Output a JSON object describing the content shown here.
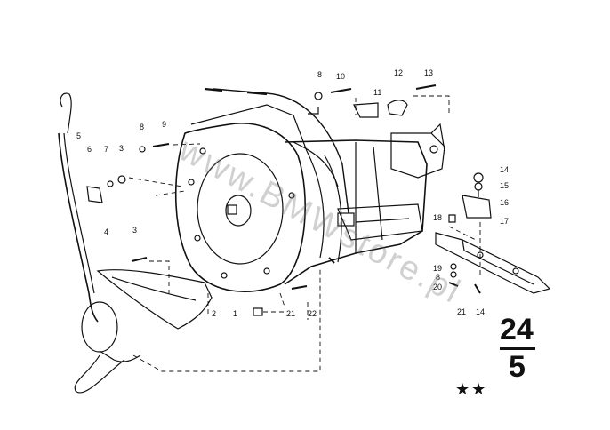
{
  "labels": {
    "l1": "1",
    "l2": "2",
    "l3a": "3",
    "l3b": "3",
    "l4": "4",
    "l5": "5",
    "l6": "6",
    "l7": "7",
    "l8a": "8",
    "l8b": "8",
    "l8c": "8",
    "l9": "9",
    "l10": "10",
    "l11": "11",
    "l12": "12",
    "l13": "13",
    "l14a": "14",
    "l14b": "14",
    "l15": "15",
    "l16": "16",
    "l17": "17",
    "l18": "18",
    "l19": "19",
    "l20": "20",
    "l21a": "21",
    "l21b": "21",
    "l22": "22"
  },
  "group": {
    "top": "24",
    "bottom": "5"
  },
  "stars": "★★",
  "watermark": "www.BMWstore.pl",
  "colors": {
    "ink": "#111111",
    "watermark": "#8a8a8a"
  }
}
